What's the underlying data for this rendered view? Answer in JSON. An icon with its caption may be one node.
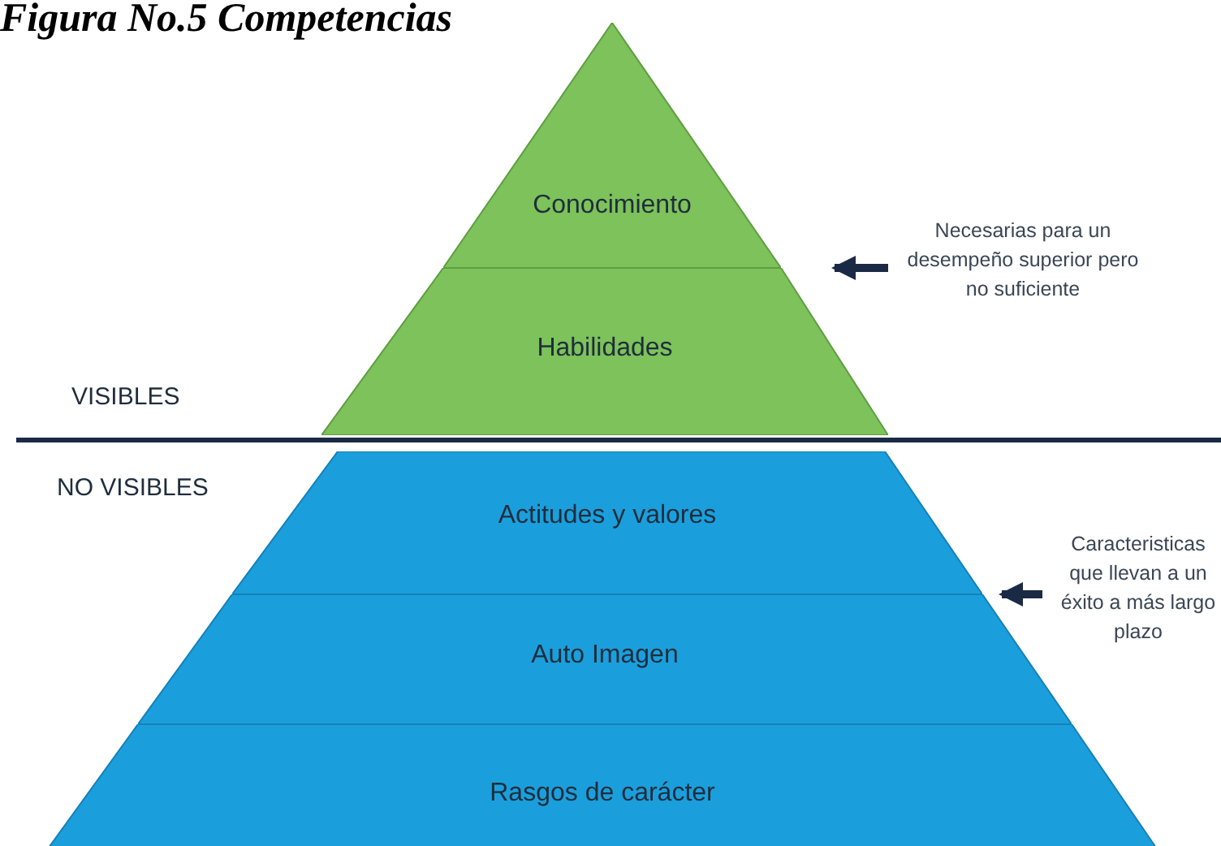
{
  "diagram": {
    "title": "Figura No.5 Competencias",
    "nodes": [
      {
        "text": [
          "Conocimiento"
        ]
      },
      {
        "text": [
          "Habilidades"
        ]
      },
      {
        "text": [
          "Actitudes y valores"
        ]
      },
      {
        "text": [
          "Auto Imagen"
        ]
      },
      {
        "text": [
          "Rasgos de carácter"
        ]
      },
      {
        "text": [
          "Necesarias para un desempeño superior pero no suficiente"
        ]
      },
      {
        "text": [
          "Caracteristicas que llevan a un éxito a más largo plazo"
        ]
      }
    ],
    "edges": [
      {
        "from": 5,
        "to": 1,
        "arrow": "to"
      },
      {
        "from": 6,
        "to": 3,
        "arrow": "to"
      }
    ],
    "labels": [
      "VISIBLES",
      "NO VISIBLES"
    ]
  }
}
